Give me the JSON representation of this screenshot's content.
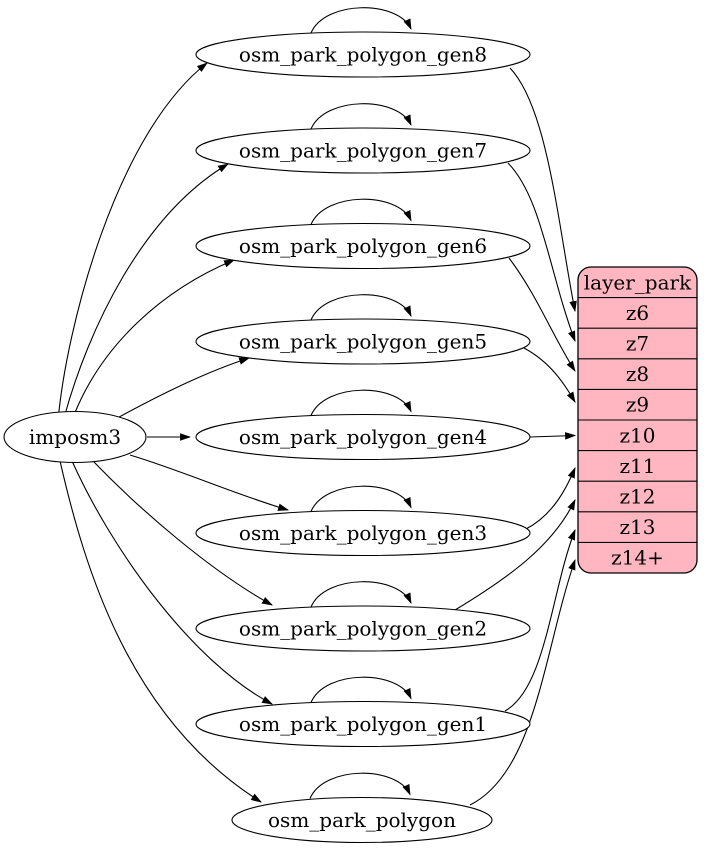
{
  "nodes": {
    "source": "imposm3",
    "tables": [
      "osm_park_polygon_gen8",
      "osm_park_polygon_gen7",
      "osm_park_polygon_gen6",
      "osm_park_polygon_gen5",
      "osm_park_polygon_gen4",
      "osm_park_polygon_gen3",
      "osm_park_polygon_gen2",
      "osm_park_polygon_gen1",
      "osm_park_polygon"
    ]
  },
  "layer_table": {
    "header": "layer_park",
    "rows": [
      "z6",
      "z7",
      "z8",
      "z9",
      "z10",
      "z11",
      "z12",
      "z13",
      "z14+"
    ]
  },
  "edges": {
    "source_to_tables": [
      [
        "imposm3",
        "osm_park_polygon_gen8"
      ],
      [
        "imposm3",
        "osm_park_polygon_gen7"
      ],
      [
        "imposm3",
        "osm_park_polygon_gen6"
      ],
      [
        "imposm3",
        "osm_park_polygon_gen5"
      ],
      [
        "imposm3",
        "osm_park_polygon_gen4"
      ],
      [
        "imposm3",
        "osm_park_polygon_gen3"
      ],
      [
        "imposm3",
        "osm_park_polygon_gen2"
      ],
      [
        "imposm3",
        "osm_park_polygon_gen1"
      ],
      [
        "imposm3",
        "osm_park_polygon"
      ]
    ],
    "self_loops": [
      "osm_park_polygon_gen8",
      "osm_park_polygon_gen7",
      "osm_park_polygon_gen6",
      "osm_park_polygon_gen5",
      "osm_park_polygon_gen4",
      "osm_park_polygon_gen3",
      "osm_park_polygon_gen2",
      "osm_park_polygon_gen1",
      "osm_park_polygon"
    ],
    "tables_to_layer": [
      [
        "osm_park_polygon_gen8",
        "z6"
      ],
      [
        "osm_park_polygon_gen7",
        "z7"
      ],
      [
        "osm_park_polygon_gen6",
        "z8"
      ],
      [
        "osm_park_polygon_gen5",
        "z9"
      ],
      [
        "osm_park_polygon_gen4",
        "z10"
      ],
      [
        "osm_park_polygon_gen3",
        "z11"
      ],
      [
        "osm_park_polygon_gen2",
        "z12"
      ],
      [
        "osm_park_polygon_gen1",
        "z13"
      ],
      [
        "osm_park_polygon",
        "z14+"
      ]
    ]
  },
  "colors": {
    "table_fill": "#ffb6c1",
    "node_fill": "#ffffff",
    "stroke": "#000000",
    "text": "#000000"
  }
}
